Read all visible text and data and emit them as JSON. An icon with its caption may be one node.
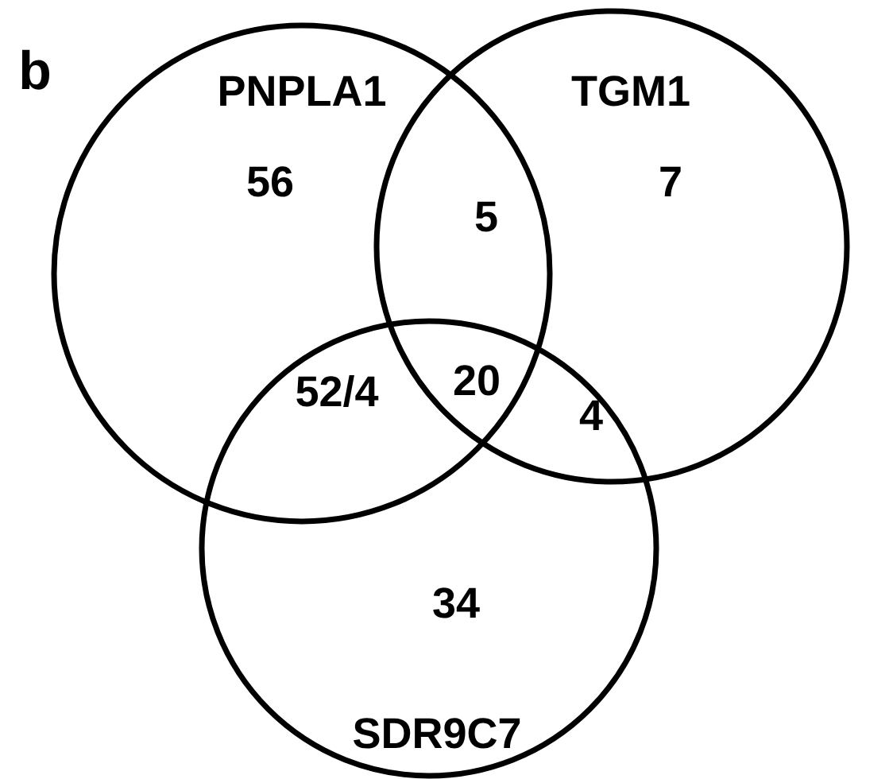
{
  "diagram": {
    "nodes": [
      {
        "text": [
          "PNPLA1"
        ]
      },
      {
        "text": [
          "TGM1"
        ]
      },
      {
        "text": [
          "SDR9C7"
        ]
      }
    ],
    "edges": [],
    "labels": [
      "b",
      "56",
      "5",
      "7",
      "52/4",
      "20",
      "4",
      "34"
    ]
  }
}
